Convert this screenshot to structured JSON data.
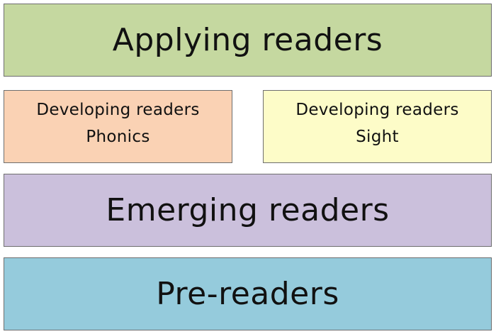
{
  "colors": {
    "applying": "#c5d8a0",
    "phonics": "#fad2b4",
    "sight": "#fdfcc8",
    "emerging": "#cbc0dc",
    "pre": "#95cbdc"
  },
  "levels": {
    "applying": {
      "label": "Applying readers"
    },
    "developing_phonics": {
      "line1": "Developing readers",
      "line2": "Phonics"
    },
    "developing_sight": {
      "line1": "Developing readers",
      "line2": "Sight"
    },
    "emerging": {
      "label": "Emerging readers"
    },
    "pre": {
      "label": "Pre-readers"
    }
  }
}
